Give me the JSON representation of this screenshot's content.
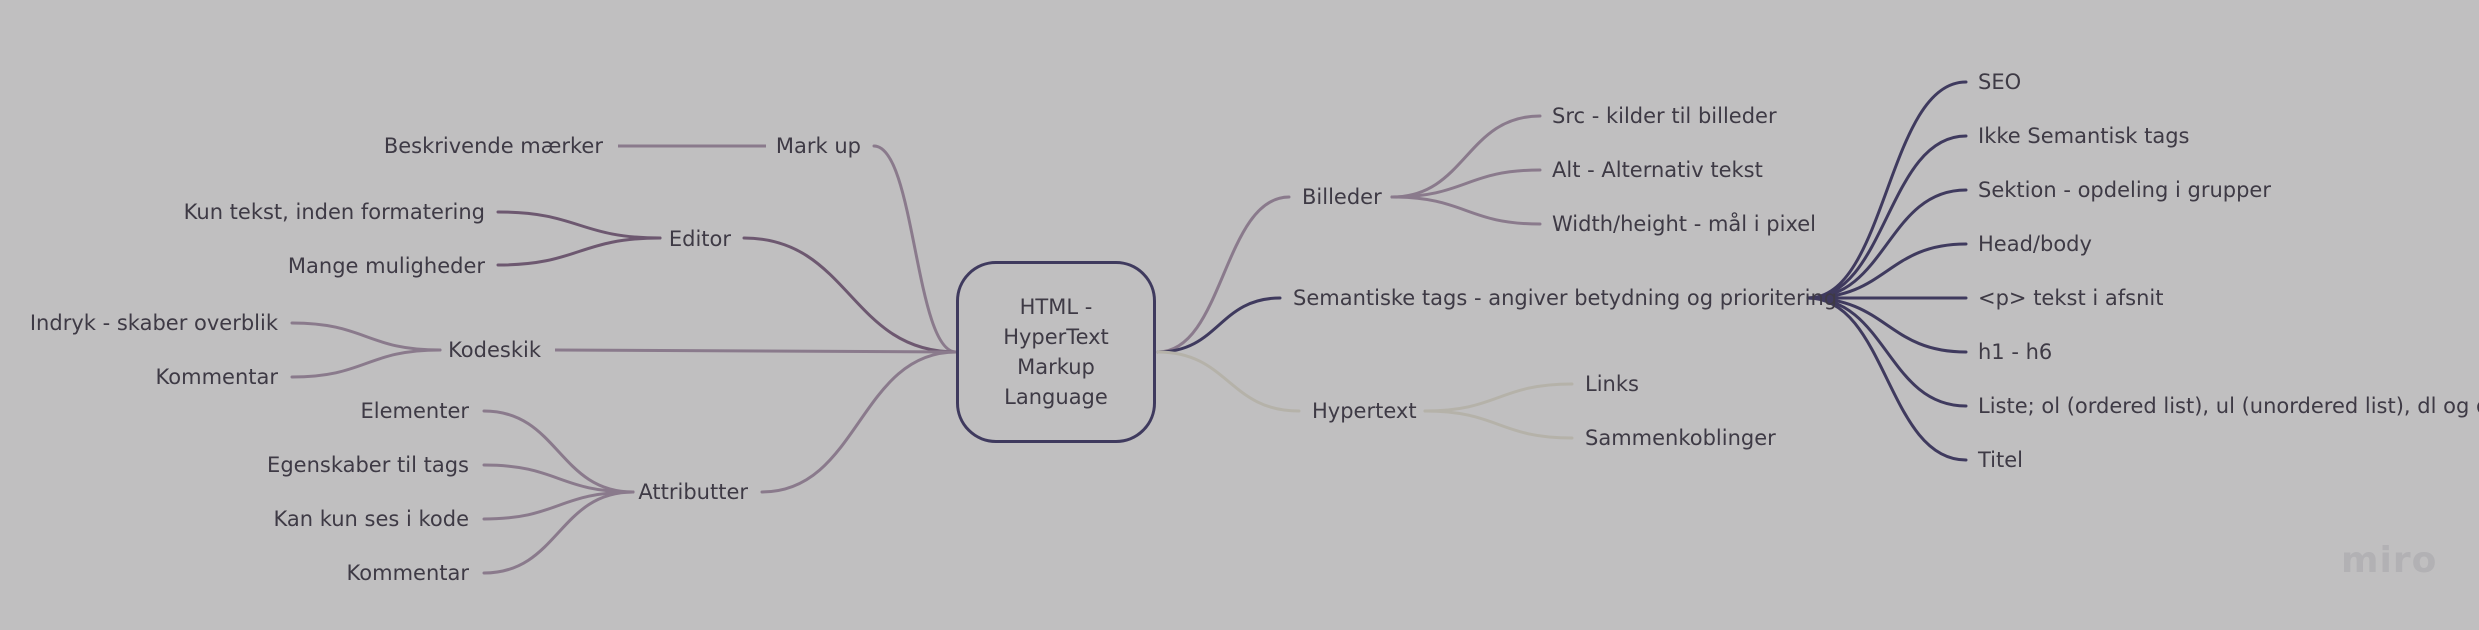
{
  "mindmap": {
    "center": "HTML - HyperText Markup Language",
    "left": [
      {
        "label": "Mark up",
        "children": [
          "Beskrivende mærker"
        ]
      },
      {
        "label": "Editor",
        "children": [
          "Kun tekst, inden formatering",
          "Mange muligheder"
        ]
      },
      {
        "label": "Kodeskik",
        "children": [
          "Indryk - skaber overblik",
          "Kommentar"
        ]
      },
      {
        "label": "Attributter",
        "children": [
          "Elementer",
          "Egenskaber til tags",
          "Kan kun ses i kode",
          "Kommentar"
        ]
      }
    ],
    "right": [
      {
        "label": "Billeder",
        "children": [
          "Src - kilder til billeder",
          "Alt - Alternativ tekst",
          "Width/height - mål i pixel"
        ]
      },
      {
        "label": "Semantiske tags - angiver betydning og prioritering",
        "children": [
          "SEO",
          "Ikke Semantisk tags",
          "Sektion - opdeling i grupper",
          "Head/body",
          "<p> tekst i afsnit",
          "h1 - h6",
          "Liste; ol (ordered list), ul (unordered list), dl og dt",
          "Titel"
        ]
      },
      {
        "label": "Hypertext",
        "children": [
          "Links",
          "Sammenkoblinger"
        ]
      }
    ]
  },
  "colors": {
    "background": "#c0bfc0",
    "text": "#3e3a45",
    "markup_branch": "#8a7a8c",
    "editor_branch": "#6d5870",
    "kodeskik_branch": "#8a7a8c",
    "attributter_branch": "#8a7a8c",
    "billeder_branch": "#8a7a8c",
    "semantiske_branch": "#3f3a5e",
    "hypertext_branch": "#b5b2a9",
    "center_border": "#3f3a5e"
  },
  "watermark": "miro"
}
